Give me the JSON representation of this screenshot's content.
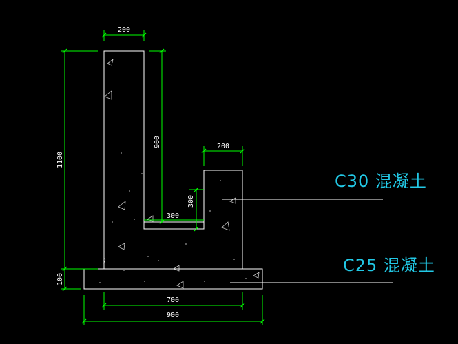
{
  "colors": {
    "background": "#000000",
    "outline": "#ffffff",
    "dimension": "#00ff00",
    "label": "#22c9e6",
    "hatch": "#c8c8c8"
  },
  "dimensions": {
    "top_wall_width": "200",
    "right_wall_width": "200",
    "left_total_height": "1100",
    "inner_wall_height": "900",
    "right_wall_height": "300",
    "trough_width": "300",
    "stem_width": "700",
    "base_width": "900",
    "base_thickness": "100"
  },
  "materials": {
    "upper": "C30 混凝土",
    "lower": "C25 混凝土"
  }
}
